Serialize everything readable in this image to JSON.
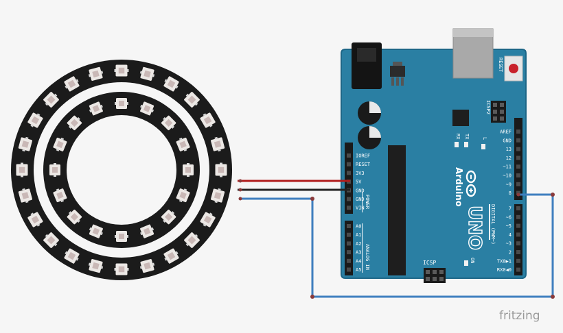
{
  "colors": {
    "background": "#f6f6f6",
    "pcb_ring": "#1b1b1b",
    "led_body": "#ece8e5",
    "led_die": "#c9b8b6",
    "arduino_board": "#2a7fa3",
    "arduino_dark": "#1d6687",
    "wire_red": "#b11c1c",
    "wire_black": "#222222",
    "wire_blue": "#3f7fbf",
    "reset_button": "#c8202a"
  },
  "neopixel": {
    "outer_led_count": 24,
    "inner_led_count": 16
  },
  "arduino": {
    "brand": "Arduino",
    "model": "UNO",
    "reset_label": "RESET",
    "icsp2_label": "ICSP2",
    "icsp_label": "ICSP",
    "on_label": "ON",
    "l_label": "L",
    "tx_label": "TX",
    "rx_label": "RX",
    "power_header": {
      "group_label": "POWER",
      "pins": [
        "IOREF",
        "RESET",
        "3V3",
        "5V",
        "GND",
        "GND",
        "VIN"
      ]
    },
    "analog_header": {
      "group_label": "ANALOG IN",
      "pins": [
        "A0",
        "A1",
        "A2",
        "A3",
        "A4",
        "A5"
      ]
    },
    "digital_header_top": {
      "pins": [
        "AREF",
        "GND",
        "13",
        "12",
        "~11",
        "~10",
        "~9",
        "8"
      ]
    },
    "digital_header_bottom": {
      "group_label": "DIGITAL (PWM~)",
      "pins": [
        "7",
        "~6",
        "~5",
        "4",
        "~3",
        "2",
        "TX0▶1",
        "RX0◀0"
      ]
    }
  },
  "footer": {
    "brand": "fritzing"
  }
}
